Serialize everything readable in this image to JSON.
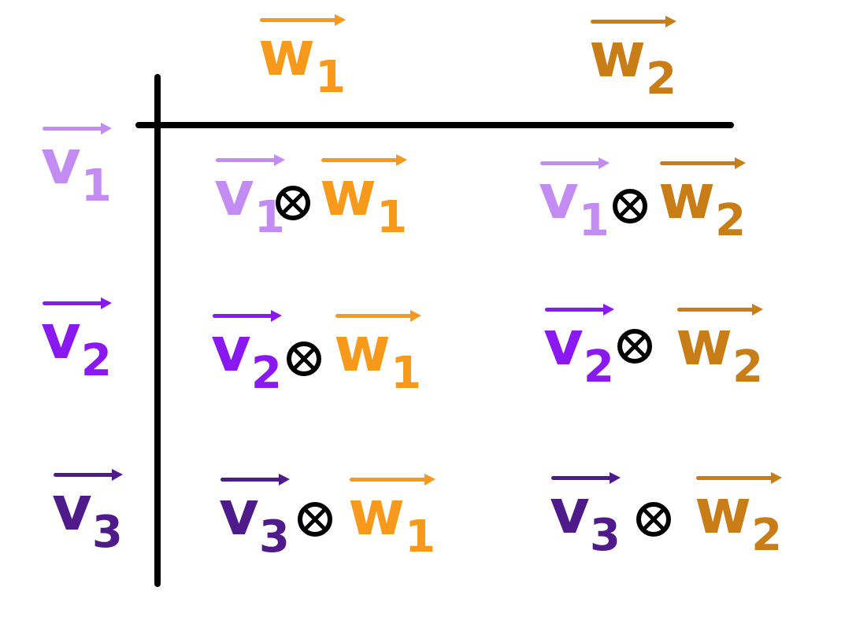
{
  "colors": {
    "v1": "#c38cf3",
    "v2": "#8a18f1",
    "v3": "#4f1a8a",
    "w1": "#f79a1c",
    "w2": "#c87d17",
    "ink": "#000000"
  },
  "header": {
    "w1": {
      "letter": "w",
      "sub": "1"
    },
    "w2": {
      "letter": "w",
      "sub": "2"
    }
  },
  "rows": [
    {
      "letter": "v",
      "sub": "1"
    },
    {
      "letter": "v",
      "sub": "2"
    },
    {
      "letter": "v",
      "sub": "3"
    }
  ],
  "operator_icon": "otimes-icon",
  "cells": [
    [
      {
        "v": {
          "letter": "v",
          "sub": "1"
        },
        "w": {
          "letter": "w",
          "sub": "1"
        }
      },
      {
        "v": {
          "letter": "v",
          "sub": "1"
        },
        "w": {
          "letter": "w",
          "sub": "2"
        }
      }
    ],
    [
      {
        "v": {
          "letter": "v",
          "sub": "2"
        },
        "w": {
          "letter": "w",
          "sub": "1"
        }
      },
      {
        "v": {
          "letter": "v",
          "sub": "2"
        },
        "w": {
          "letter": "w",
          "sub": "2"
        }
      }
    ],
    [
      {
        "v": {
          "letter": "v",
          "sub": "3"
        },
        "w": {
          "letter": "w",
          "sub": "1"
        }
      },
      {
        "v": {
          "letter": "v",
          "sub": "3"
        },
        "w": {
          "letter": "w",
          "sub": "2"
        }
      }
    ]
  ]
}
